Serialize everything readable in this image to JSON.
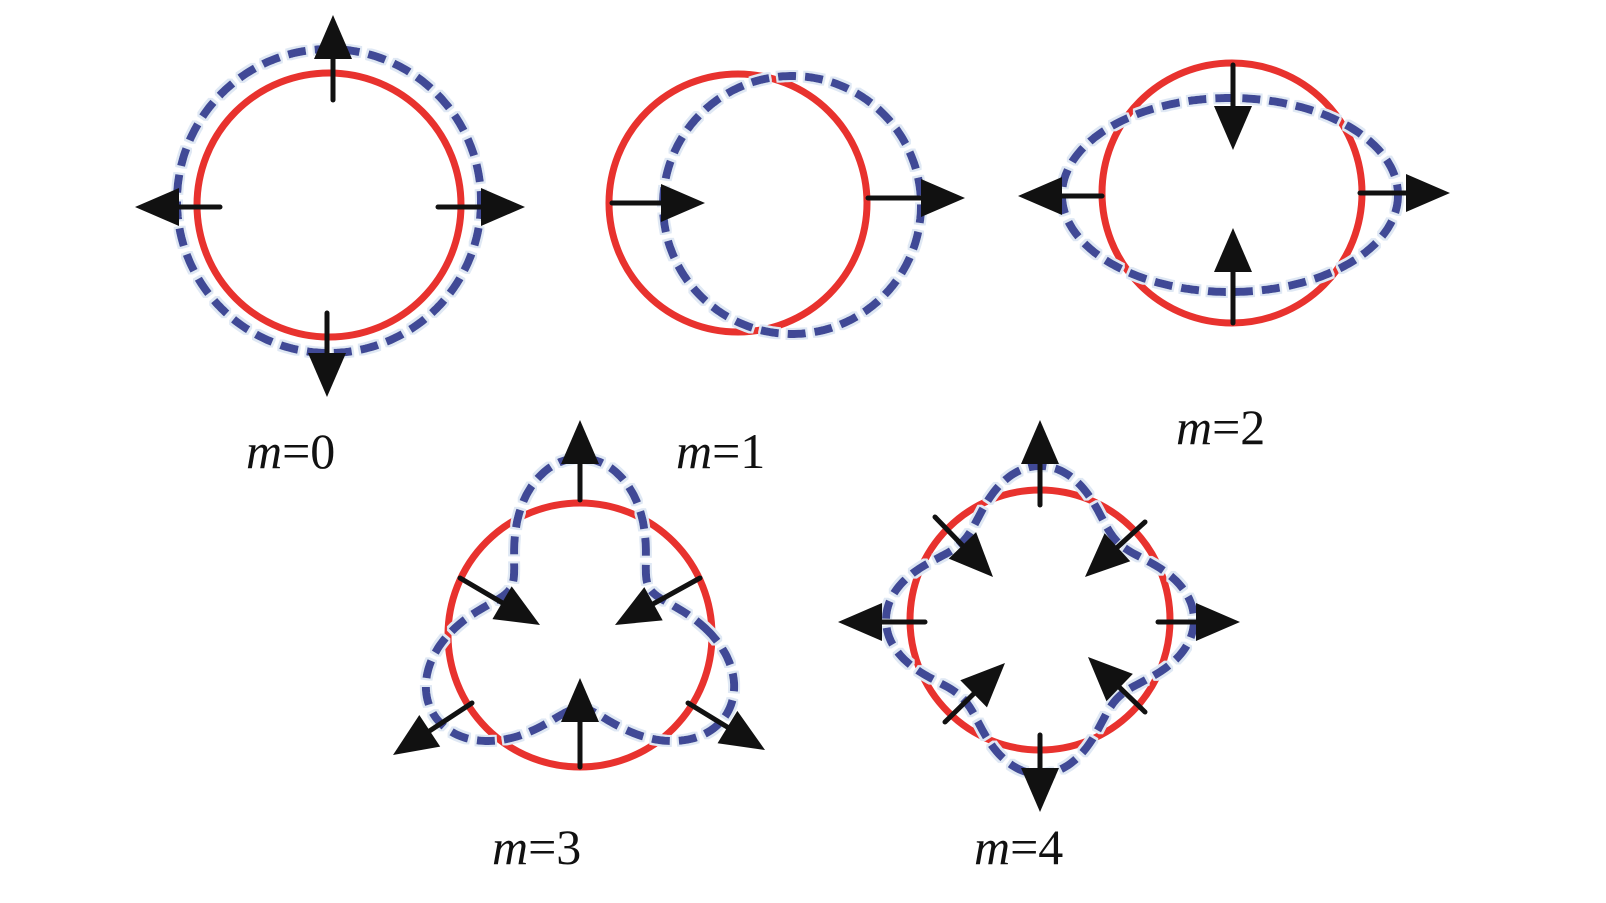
{
  "colors": {
    "original": "#e8322e",
    "perturbed": "#3f4a96",
    "arrow": "#111111"
  },
  "panels": [
    {
      "var": "m",
      "value": "=0"
    },
    {
      "var": "m",
      "value": "=1"
    },
    {
      "var": "m",
      "value": "=2"
    },
    {
      "var": "m",
      "value": "=3"
    },
    {
      "var": "m",
      "value": "=4"
    }
  ]
}
